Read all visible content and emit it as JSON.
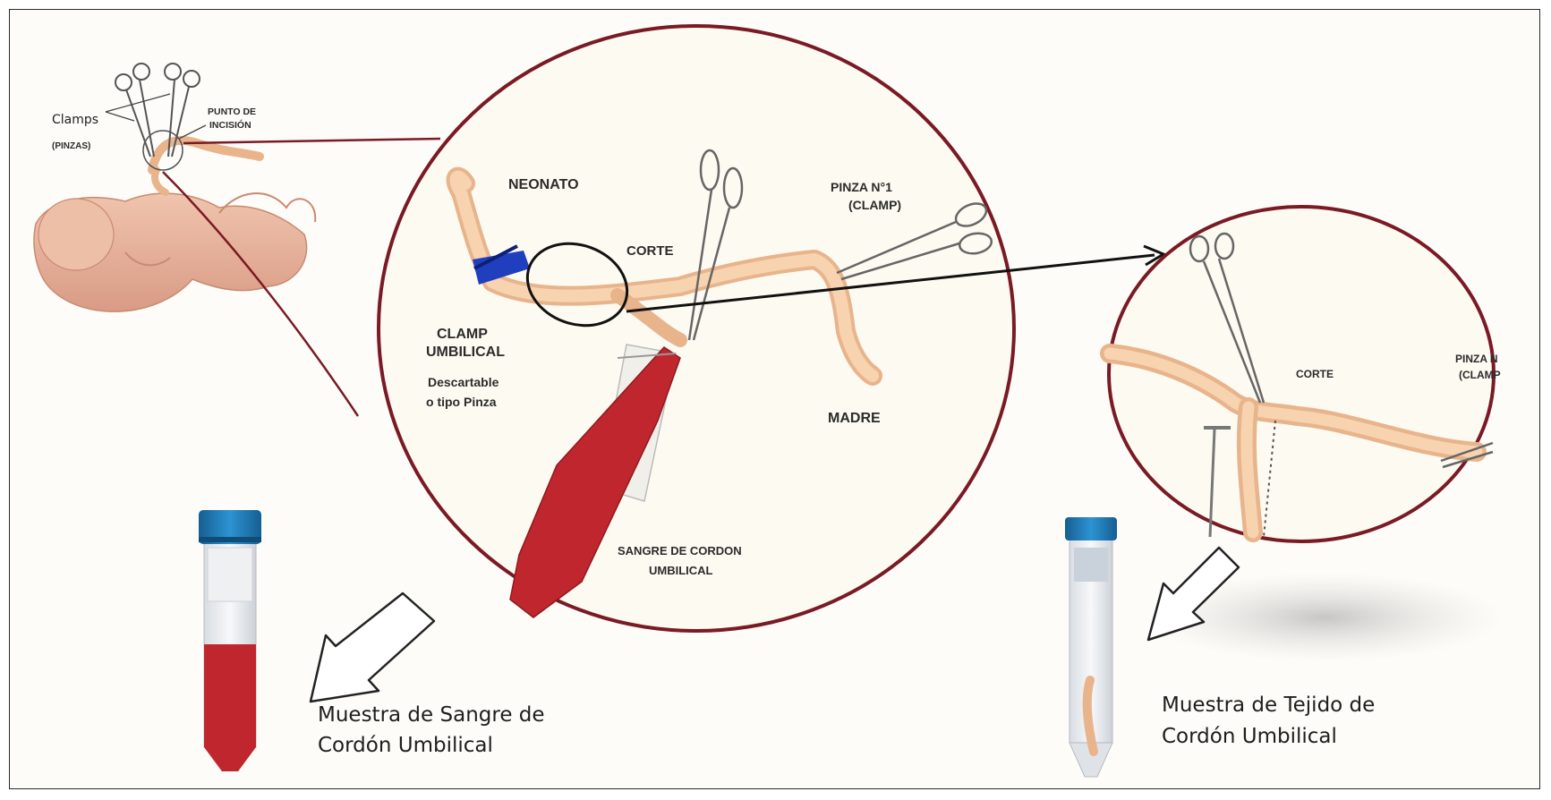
{
  "inset_labels": {
    "clamps": "Clamps",
    "pinzas": "(PINZAS)",
    "punto_de": "PUNTO DE",
    "incision": "INCISIÓN"
  },
  "main_labels": {
    "neonato": "NEONATO",
    "corte": "CORTE",
    "pinza_n1": "PINZA N°1",
    "clamp": "(CLAMP)",
    "clamp_umbilical_1": "CLAMP",
    "clamp_umbilical_2": "UMBILICAL",
    "descartable": "Descartable",
    "tipo_pinza": "o tipo Pinza",
    "madre": "MADRE",
    "sangre_1": "SANGRE DE CORDON",
    "sangre_2": "UMBILICAL"
  },
  "zoom_labels": {
    "corte": "CORTE",
    "pinza_partial": "PINZA N",
    "clamp_partial": "(CLAMP"
  },
  "captions": {
    "blood_line1": "Muestra de Sangre de",
    "blood_line2": "Cordón Umbilical",
    "tissue_line1": "Muestra de Tejido de",
    "tissue_line2": "Cordón Umbilical"
  },
  "colors": {
    "circle_outline": "#7a1a24",
    "cord": "#f6c9a0",
    "blood": "#c0262d",
    "clamp_blue": "#1f3fbf",
    "tube_cap": "#1e7fc0"
  }
}
